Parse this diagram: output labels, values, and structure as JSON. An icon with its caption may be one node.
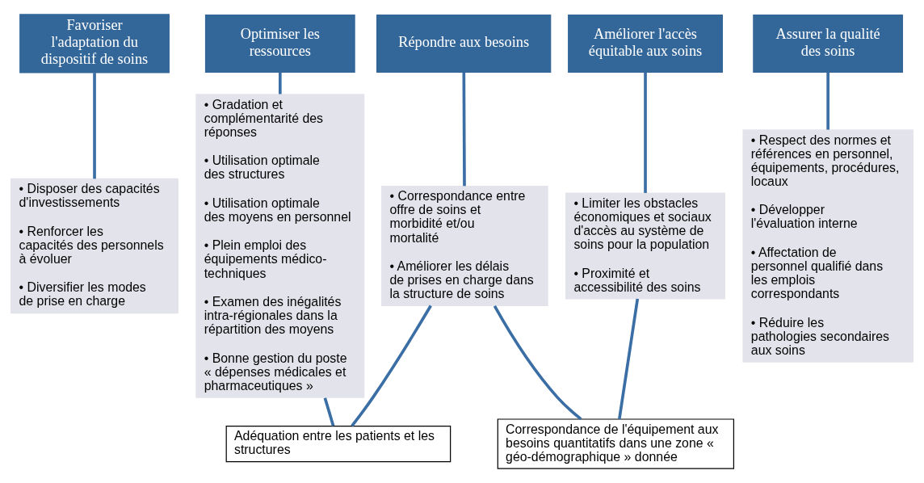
{
  "diagram": {
    "nodes": [
      {
        "text": [
          "Favoriser l'adaptation du dispositif de soins"
        ]
      },
      {
        "text": [
          "Optimiser les ressources"
        ]
      },
      {
        "text": [
          "Répondre aux besoins"
        ]
      },
      {
        "text": [
          "Améliorer l'accès équitable aux soins"
        ]
      },
      {
        "text": [
          "Assurer la qualité des soins"
        ]
      },
      {
        "text": [
          "• Disposer des capacités d'investissements",
          "• Renforcer les capacités des personnels à évoluer",
          "• Diversifier les modes de prise en charge"
        ]
      },
      {
        "text": [
          "• Gradation et complémentarité des réponses",
          "• Utilisation optimale des structures",
          "• Utilisation optimale des moyens en personnel",
          "• Plein emploi des équipements médico-techniques",
          "• Examen des inégalités intra-régionales dans la répartition des moyens",
          "• Bonne gestion du poste « dépenses médicales et pharmaceutiques »"
        ]
      },
      {
        "text": [
          "• Correspondance entre offre de soins et morbidité et/ou mortalité",
          "• Améliorer les délais de prises en charge dans la structure de soins"
        ]
      },
      {
        "text": [
          "• Limiter les obstacles économiques et sociaux d'accès au système de soins pour la population",
          "• Proximité et accessibilité des soins"
        ]
      },
      {
        "text": [
          "• Respect des normes et références en personnel, équipements, procédures, locaux",
          "• Développer l'évaluation interne",
          "• Affectation de personnel qualifié dans les emplois correspondants",
          "• Réduire les pathologies secondaires aux soins"
        ]
      },
      {
        "text": [
          "Correspondance de l'équipement aux besoins quantitatifs dans une zone « géo-démographique » donnée"
        ]
      },
      {
        "text": [
          "Adéquation entre les patients et les structures"
        ]
      }
    ],
    "edges": [
      {
        "from": 0,
        "to": 5,
        "arrow": "none"
      },
      {
        "from": 1,
        "to": 6,
        "arrow": "none"
      },
      {
        "from": 2,
        "to": 7,
        "arrow": "none"
      },
      {
        "from": 3,
        "to": 8,
        "arrow": "none"
      },
      {
        "from": 4,
        "to": 9,
        "arrow": "none"
      },
      {
        "from": 7,
        "to": 10,
        "arrow": "none"
      },
      {
        "from": 8,
        "to": 10,
        "arrow": "none"
      },
      {
        "from": 7,
        "to": 11,
        "arrow": "none"
      },
      {
        "from": 6,
        "to": 11,
        "arrow": "none"
      }
    ]
  }
}
